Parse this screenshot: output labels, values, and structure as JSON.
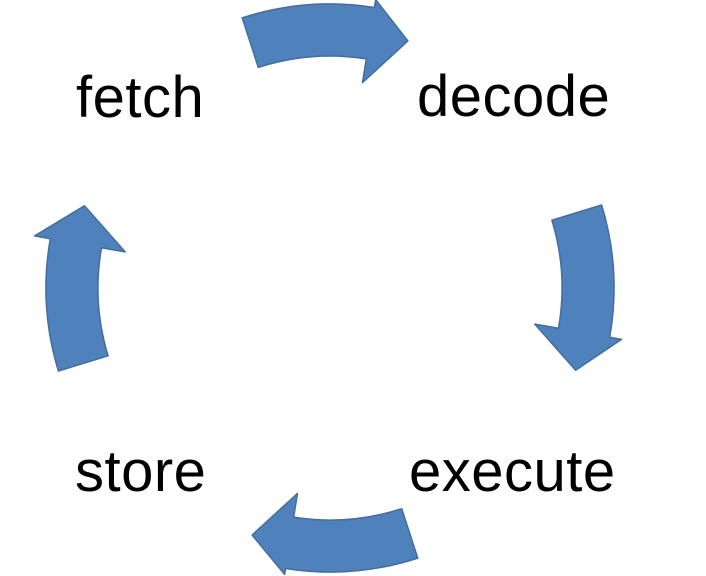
{
  "diagram": {
    "type": "cycle",
    "steps": [
      {
        "id": "fetch",
        "label": "fetch"
      },
      {
        "id": "decode",
        "label": "decode"
      },
      {
        "id": "execute",
        "label": "execute"
      },
      {
        "id": "store",
        "label": "store"
      }
    ],
    "arrows": [
      {
        "name": "fetch-to-decode",
        "from": "fetch",
        "to": "decode",
        "direction": "clockwise"
      },
      {
        "name": "decode-to-execute",
        "from": "decode",
        "to": "execute",
        "direction": "clockwise"
      },
      {
        "name": "execute-to-store",
        "from": "execute",
        "to": "store",
        "direction": "clockwise"
      },
      {
        "name": "store-to-fetch",
        "from": "store",
        "to": "fetch",
        "direction": "clockwise"
      }
    ],
    "colors": {
      "arrow_fill": "#4F81BD",
      "arrow_stroke": "#446E9B",
      "text": "#000000",
      "background": "#FFFFFF"
    }
  }
}
